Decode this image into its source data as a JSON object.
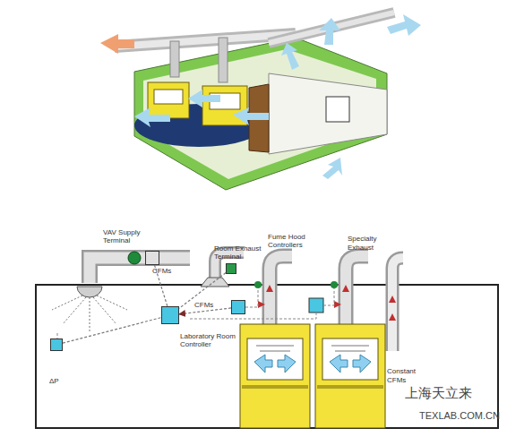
{
  "diagram": {
    "nodes": [
      {
        "text": [
          "Laboratory Room Controller"
        ]
      },
      {
        "text": [
          "Fume Hood Controllers"
        ]
      },
      {
        "text": [
          "VAV Supply Terminal"
        ]
      },
      {
        "text": [
          "Room Exhaust Terminal"
        ]
      },
      {
        "text": [
          "ΔP"
        ]
      }
    ],
    "edges": [
      {
        "from": 2,
        "to": 0,
        "arrow": "none"
      },
      {
        "from": 3,
        "to": 0,
        "arrow": "none"
      },
      {
        "from": 1,
        "to": 0,
        "label": "CFMs",
        "arrow": "to"
      },
      {
        "from": 4,
        "to": 0,
        "arrow": "none"
      }
    ],
    "labels": [
      "CFMs",
      "Specialty Exhaust",
      "Constant CFMs",
      "上海天立来",
      "TEXLAB.COM.CN"
    ]
  }
}
